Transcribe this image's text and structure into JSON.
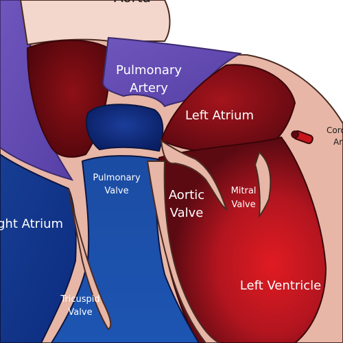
{
  "labels": {
    "aorta": "Aorta",
    "pulmonary_artery_line1": "Pulmonary",
    "pulmonary_artery_line2": "Artery",
    "left_atrium": "Left Atrium",
    "coronary_line1": "Coro",
    "coronary_line2": "Ar",
    "pulmonary_valve_line1": "Pulmonary",
    "pulmonary_valve_line2": "Valve",
    "mitral_valve_line1": "Mitral",
    "mitral_valve_line2": "Valve",
    "aortic_valve_line1": "Aortic",
    "aortic_valve_line2": "Valve",
    "right_atrium": "ght Atrium",
    "tricuspid_valve_line1": "Tricuspid",
    "tricuspid_valve_line2": "Valve",
    "left_ventricle": "Left Ventricle"
  },
  "colors": {
    "tissue": "#e7b6a6",
    "tissue_stroke": "#4a2a22",
    "deoxygenated_blue": "#1f4fa6",
    "deep_blue": "#0b2a7a",
    "oxygenated_red": "#b3151f",
    "dark_red": "#5c0a12",
    "pulmonary_purple": "#6d55b8"
  }
}
